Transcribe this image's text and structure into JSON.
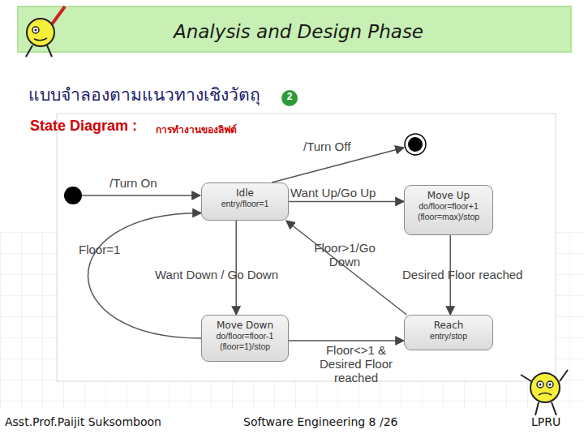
{
  "diagram": {
    "title": "Analysis and Design Phase",
    "nodes": [
      {
        "text": [
          "Idle",
          "entry/floor=1"
        ]
      },
      {
        "text": [
          "Move Up",
          "do/floor=floor+1 (floor=max)/stop"
        ]
      },
      {
        "text": [
          "Move Down",
          "do/floor=floor-1 (floor=1)/stop"
        ]
      },
      {
        "text": [
          "Reach",
          "entry/stop"
        ]
      }
    ],
    "edges": [
      {
        "from": 0,
        "to": 1,
        "label": "Want Up/Go Up",
        "arrow": "to"
      },
      {
        "from": 1,
        "to": 3,
        "label": "Desired Floor reached",
        "arrow": "to"
      },
      {
        "from": 3,
        "to": 0,
        "label": "Floor>1/Go Down",
        "arrow": "to"
      },
      {
        "from": 0,
        "to": 2,
        "label": "Want Down / Go Down",
        "arrow": "to"
      },
      {
        "from": 2,
        "to": 0,
        "label": "Floor=1",
        "arrow": "to"
      },
      {
        "from": 2,
        "to": 3,
        "label": "Floor<>1 & Desired Floor reached",
        "arrow": "to"
      }
    ],
    "labels": [
      "แบบจำลองตามแนวทางเชิงวัตถุ",
      "2",
      "State Diagram :",
      "การทำงานของลิฟต์",
      "/Turn Off",
      "/Turn On",
      "Asst.Prof.Paijit Suksomboon",
      "Software Engineering 8 /26",
      "LPRU"
    ]
  }
}
